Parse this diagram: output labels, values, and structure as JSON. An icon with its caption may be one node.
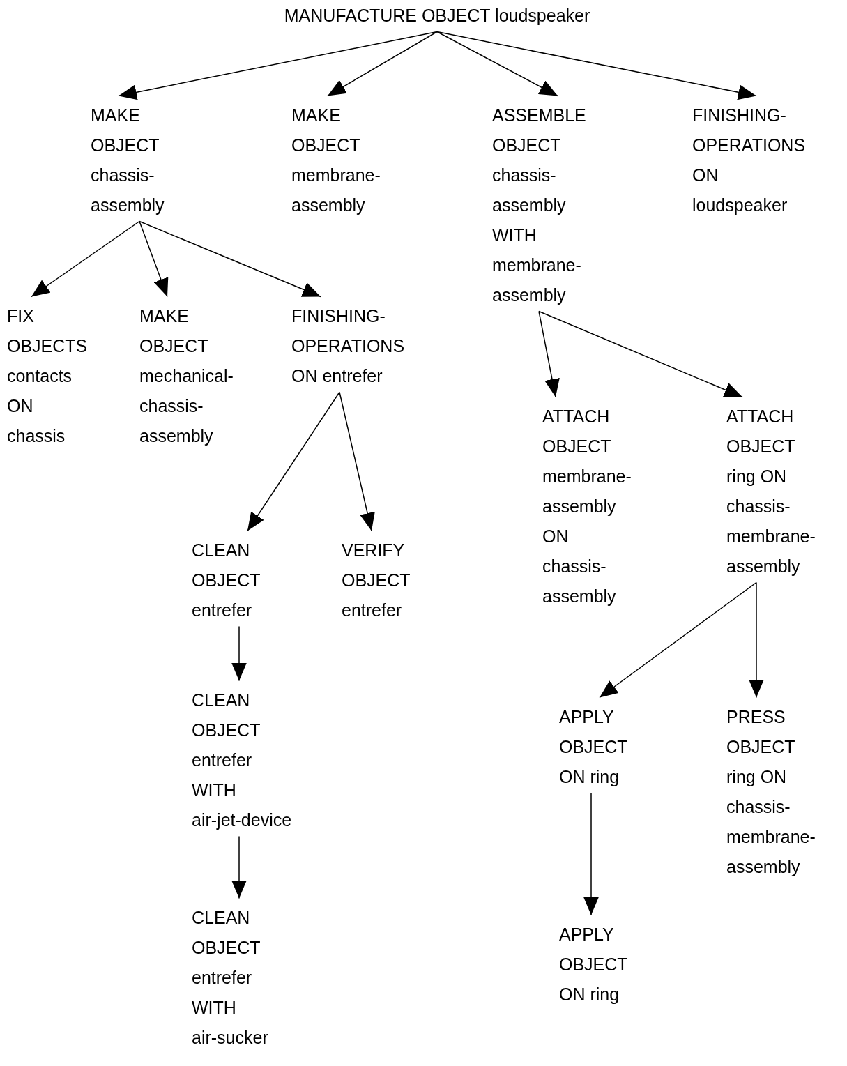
{
  "diagram": {
    "nodes": [
      {
        "text": [
          "MANUFACTURE OBJECT loudspeaker"
        ]
      },
      {
        "text": [
          "MAKE OBJECT chassis-assembly"
        ]
      },
      {
        "text": [
          "MAKE OBJECT membrane-assembly"
        ]
      },
      {
        "text": [
          "ASSEMBLE OBJECT chassis-assembly WITH membrane-assembly"
        ]
      },
      {
        "text": [
          "FINISHING-OPERATIONS ON loudspeaker"
        ]
      },
      {
        "text": [
          "FIX OBJECTS contacts ON chassis"
        ]
      },
      {
        "text": [
          "MAKE OBJECT mechanical-chassis-assembly"
        ]
      },
      {
        "text": [
          "FINISHING-OPERATIONS ON entrefer"
        ]
      },
      {
        "text": [
          "ATTACH OBJECT membrane-assembly ON chassis-assembly"
        ]
      },
      {
        "text": [
          "ATTACH OBJECT ring ON chassis-membrane-assembly"
        ]
      },
      {
        "text": [
          "CLEAN OBJECT entrefer"
        ]
      },
      {
        "text": [
          "VERIFY OBJECT entrefer"
        ]
      },
      {
        "text": [
          "CLEAN OBJECT entrefer WITH air-jet-device"
        ]
      },
      {
        "text": [
          "CLEAN OBJECT entrefer WITH air-sucker"
        ]
      },
      {
        "text": [
          "APPLY OBJECT ON ring"
        ]
      },
      {
        "text": [
          "PRESS OBJECT ring ON chassis-membrane-assembly"
        ]
      },
      {
        "text": [
          "APPLY OBJECT ON ring"
        ]
      }
    ],
    "edges": [
      {
        "from": 0,
        "to": 1,
        "arrow": "to"
      },
      {
        "from": 0,
        "to": 2,
        "arrow": "to"
      },
      {
        "from": 0,
        "to": 3,
        "arrow": "to"
      },
      {
        "from": 0,
        "to": 4,
        "arrow": "to"
      },
      {
        "from": 1,
        "to": 5,
        "arrow": "to"
      },
      {
        "from": 1,
        "to": 6,
        "arrow": "to"
      },
      {
        "from": 1,
        "to": 7,
        "arrow": "to"
      },
      {
        "from": 3,
        "to": 8,
        "arrow": "to"
      },
      {
        "from": 3,
        "to": 9,
        "arrow": "to"
      },
      {
        "from": 7,
        "to": 10,
        "arrow": "to"
      },
      {
        "from": 7,
        "to": 11,
        "arrow": "to"
      },
      {
        "from": 10,
        "to": 12,
        "arrow": "to"
      },
      {
        "from": 12,
        "to": 13,
        "arrow": "to"
      },
      {
        "from": 9,
        "to": 14,
        "arrow": "to"
      },
      {
        "from": 9,
        "to": 15,
        "arrow": "to"
      },
      {
        "from": 14,
        "to": 16,
        "arrow": "to"
      }
    ]
  }
}
